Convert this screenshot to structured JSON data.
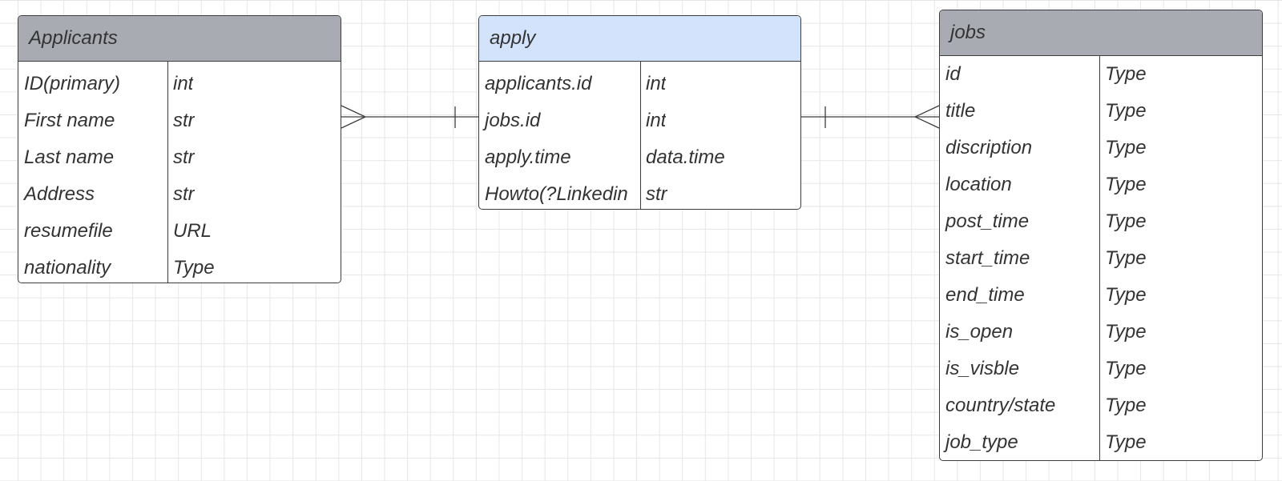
{
  "entities": {
    "applicants": {
      "title": "Applicants",
      "header_color": "#a8abb2",
      "rows": [
        {
          "name": "ID(primary)",
          "type": "int"
        },
        {
          "name": "First name",
          "type": "str"
        },
        {
          "name": "Last name",
          "type": "str"
        },
        {
          "name": "Address",
          "type": "str"
        },
        {
          "name": "resumefile",
          "type": "URL"
        },
        {
          "name": "nationality",
          "type": "Type"
        }
      ]
    },
    "apply": {
      "title": "apply",
      "header_color": "#d3e3fb",
      "rows": [
        {
          "name": "applicants.id",
          "type": "int"
        },
        {
          "name": "jobs.id",
          "type": "int"
        },
        {
          "name": "apply.time",
          "type": "data.time"
        },
        {
          "name": "Howto(?Linkedin",
          "type": "str"
        }
      ]
    },
    "jobs": {
      "title": "jobs",
      "header_color": "#a8abb2",
      "rows": [
        {
          "name": "id",
          "type": "Type"
        },
        {
          "name": "title",
          "type": "Type"
        },
        {
          "name": "discription",
          "type": "Type"
        },
        {
          "name": "location",
          "type": "Type"
        },
        {
          "name": "post_time",
          "type": "Type"
        },
        {
          "name": "start_time",
          "type": "Type"
        },
        {
          "name": "end_time",
          "type": "Type"
        },
        {
          "name": "is_open",
          "type": "Type"
        },
        {
          "name": "is_visble",
          "type": "Type"
        },
        {
          "name": "country/state",
          "type": "Type"
        },
        {
          "name": "job_type",
          "type": "Type"
        }
      ]
    }
  },
  "relationships": [
    {
      "from": "applicants",
      "from_end": "many",
      "to": "apply",
      "to_end": "one"
    },
    {
      "from": "apply",
      "from_end": "one",
      "to": "jobs",
      "to_end": "many"
    }
  ]
}
